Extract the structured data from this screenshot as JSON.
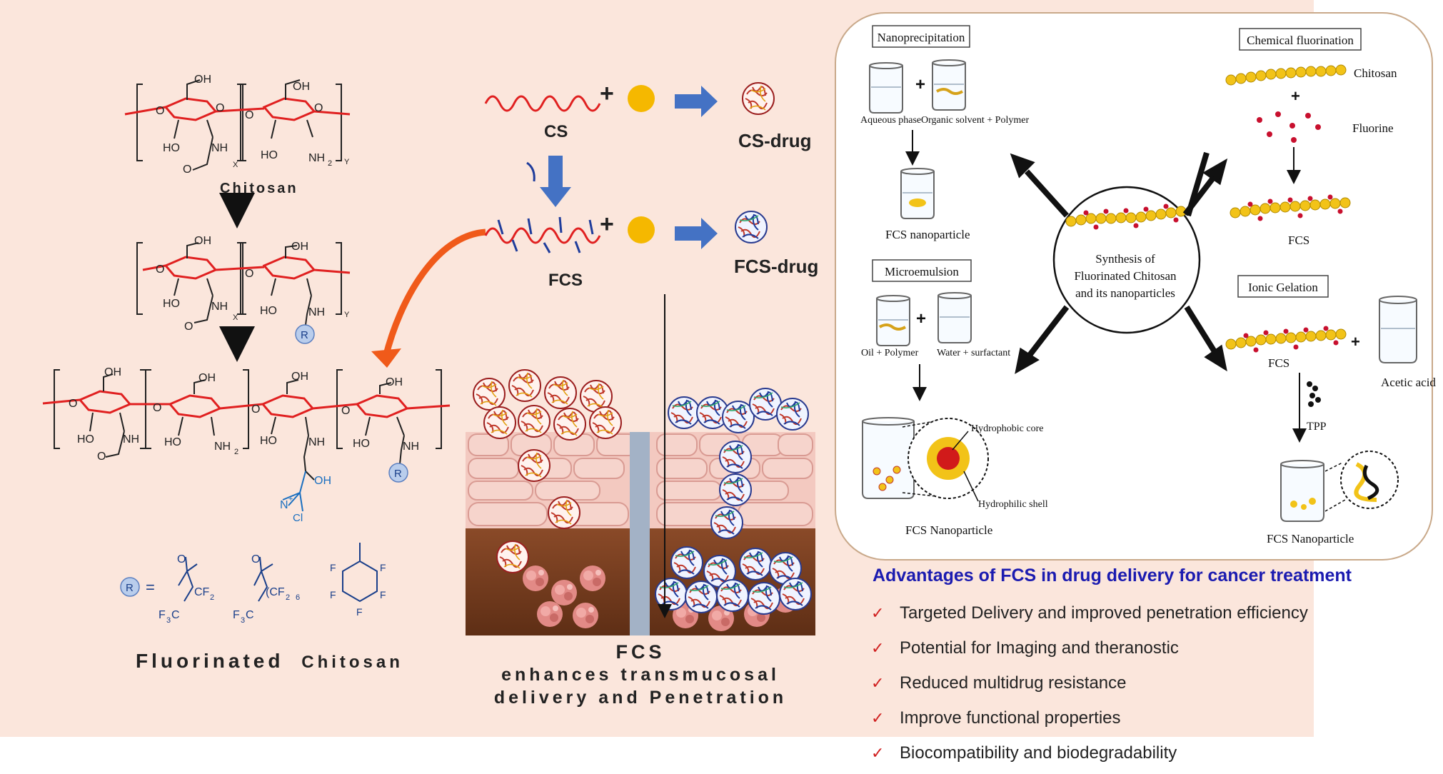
{
  "left_panel": {
    "chitosan_label": "Chitosan",
    "fcs_caption_a": "Fluorinated",
    "fcs_caption_b": "Chitosan",
    "atoms": {
      "oh": "OH",
      "o": "O",
      "ho": "HO",
      "nh": "NH",
      "nh2": "NH",
      "sub2": "2",
      "x": "X",
      "y": "Y",
      "r": "R",
      "n": "N",
      "plus": "+",
      "cl": "Cl",
      "equals": "=",
      "cf2": "CF",
      "f3c": "F",
      "c": "C",
      "sub3": "3",
      "cf2_6": "(CF",
      "sub6": "6",
      "f": "F"
    },
    "colors": {
      "ring": "#e02020",
      "bond": "#222222",
      "accent": "#1a6fc0",
      "badge": "#b9cdec"
    }
  },
  "middle_panel": {
    "cs_label": "CS",
    "fcs_label": "FCS",
    "cs_drug_label": "CS-drug",
    "fcs_drug_label": "FCS-drug",
    "plus": "+",
    "caption_line1": "FCS",
    "caption_line2": "enhances transmucosal",
    "caption_line3": "delivery and Penetration",
    "colors": {
      "arrow_blue": "#4472c4",
      "arrow_orange": "#f05a1a",
      "drug": "#f5b800"
    }
  },
  "right_panel": {
    "nanoprecipitation": {
      "title": "Nanoprecipitation",
      "aqueous_phase": "Aqueous phase",
      "organic_solvent": "Organic solvent + Polymer",
      "product": "FCS nanoparticle"
    },
    "microemulsion": {
      "title": "Microemulsion",
      "oil_polymer": "Oil + Polymer",
      "water_surfactant": "Water + surfactant",
      "hydrophobic_core": "Hydrophobic core",
      "hydrophilic_shell": "Hydrophilic shell",
      "product": "FCS Nanoparticle"
    },
    "chemical_fluorination": {
      "title": "Chemical fluorination",
      "chitosan": "Chitosan",
      "fluorine": "Fluorine",
      "product": "FCS"
    },
    "ionic_gelation": {
      "title": "Ionic Gelation",
      "fcs": "FCS",
      "acetic_acid": "Acetic acid",
      "tpp": "TPP",
      "product": "FCS Nanoparticle"
    },
    "center": {
      "line1": "Synthesis of",
      "line2": "Fluorinated Chitosan",
      "line3": "and its nanoparticles"
    },
    "plus": "+",
    "colors": {
      "bead": "#f2c318",
      "fluorine": "#c8102e",
      "border": "#c9a98a"
    }
  },
  "advantages": {
    "title": "Advantages of FCS in drug delivery for cancer treatment",
    "items": [
      "Targeted Delivery and improved penetration efficiency",
      "Potential for Imaging and theranostic",
      "Reduced multidrug resistance",
      "Improve functional properties",
      "Biocompatibility and biodegradability"
    ],
    "check": "✓"
  },
  "background_color": "#fbe6dc"
}
